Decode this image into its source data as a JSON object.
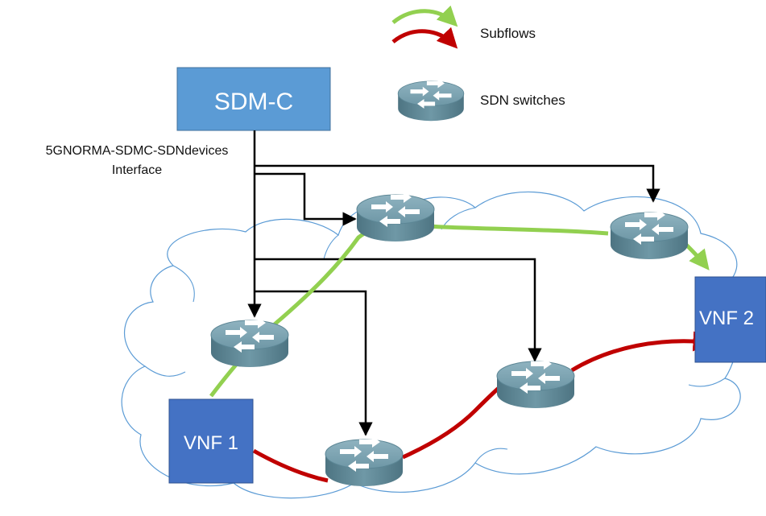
{
  "legend": {
    "subflows_label": "Subflows",
    "switches_label": "SDN switches"
  },
  "controller": {
    "label": "SDM-C"
  },
  "interface": {
    "line1": "5GNORMA-SDMC-SDNdevices",
    "line2": "Interface"
  },
  "vnfs": [
    {
      "label": "VNF 1"
    },
    {
      "label": "VNF 2"
    }
  ],
  "colors": {
    "box_fill": "#5b9bd5",
    "vnf_fill": "#4472c4",
    "subflow_green": "#92d050",
    "subflow_red": "#c00000",
    "cloud_stroke": "#5b9bd5",
    "switch_body": "#5f8a99"
  }
}
